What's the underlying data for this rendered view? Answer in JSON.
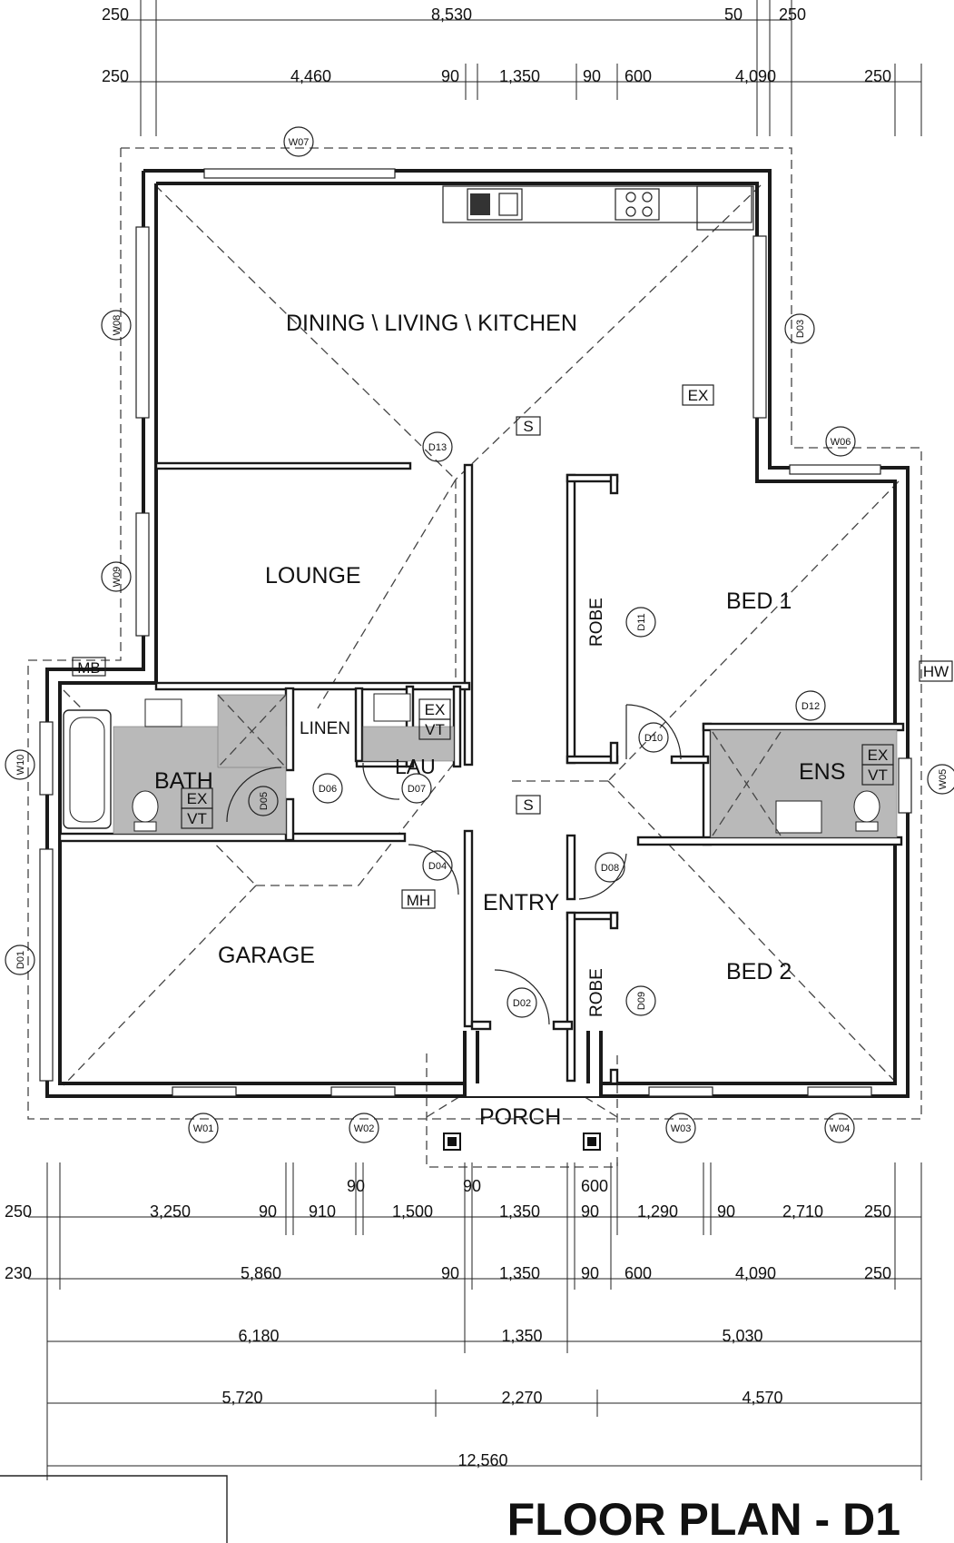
{
  "title": "FLOOR PLAN - D1",
  "rooms": {
    "dining": "DINING \\ LIVING \\ KITCHEN",
    "lounge": "LOUNGE",
    "bed1": "BED 1",
    "bed2": "BED 2",
    "robe": "ROBE",
    "linen": "LINEN",
    "lau": "LAU",
    "bath": "BATH",
    "ens": "ENS",
    "garage": "GARAGE",
    "entry": "ENTRY",
    "porch": "PORCH"
  },
  "fixtures": {
    "ex": "EX",
    "vt": "VT",
    "s": "S",
    "mb": "MB",
    "mh": "MH",
    "hw": "HW"
  },
  "tags": {
    "W01": "W01",
    "W02": "W02",
    "W03": "W03",
    "W04": "W04",
    "W05": "W05",
    "W06": "W06",
    "W07": "W07",
    "W08": "W08",
    "W09": "W09",
    "W10": "W10",
    "D01": "D01",
    "D02": "D02",
    "D03": "D03",
    "D04": "D04",
    "D05": "D05",
    "D06": "D06",
    "D07": "D07",
    "D08": "D08",
    "D09": "D09",
    "D10": "D10",
    "D11": "D11",
    "D12": "D12",
    "D13": "D13"
  },
  "dims": {
    "top1": [
      "250",
      "8,530",
      "50",
      "250"
    ],
    "top2": [
      "250",
      "4,460",
      "90",
      "1,350",
      "90",
      "600",
      "4,090",
      "250"
    ],
    "b1_upper": [
      "90",
      "90",
      "600"
    ],
    "b1": [
      "250",
      "3,250",
      "90",
      "910",
      "1,500",
      "1,350",
      "90",
      "1,290",
      "90",
      "2,710",
      "250"
    ],
    "b2": [
      "230",
      "5,860",
      "90",
      "1,350",
      "90",
      "600",
      "4,090",
      "250"
    ],
    "b3": [
      "6,180",
      "1,350",
      "5,030"
    ],
    "b4": [
      "5,720",
      "2,270",
      "4,570"
    ],
    "b5": [
      "12,560"
    ]
  }
}
